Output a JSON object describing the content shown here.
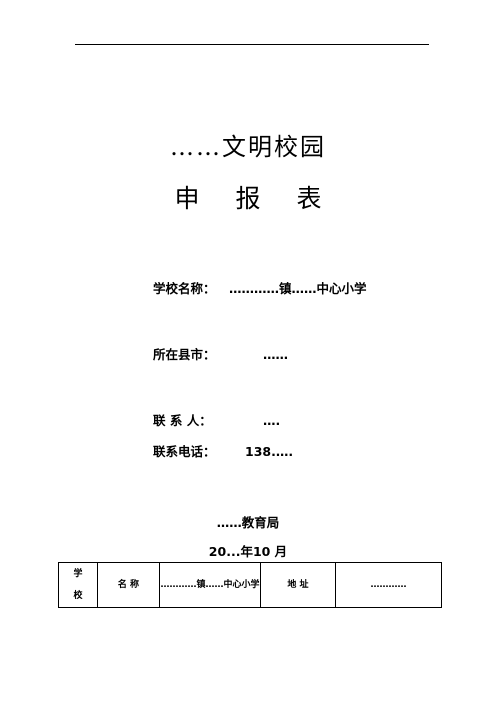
{
  "title": {
    "line1": "……文明校园",
    "line2_chars": [
      "申",
      "报",
      "表"
    ]
  },
  "fields": [
    {
      "label": "学校名称：",
      "value": "…………镇……中心小学"
    },
    {
      "label": "所在县市：",
      "value": "……"
    },
    {
      "label": "联 系 人：",
      "value": "…."
    },
    {
      "label": "联系电话：",
      "value": "138.…."
    }
  ],
  "footer": {
    "org": "……教育局",
    "date": "20...年10 月"
  },
  "table": {
    "school_label_top": "学",
    "school_label_bottom": "校",
    "name_label": "名 称",
    "name_value": "…………镇……中心小学",
    "address_label": "地 址",
    "address_value": "…………"
  }
}
